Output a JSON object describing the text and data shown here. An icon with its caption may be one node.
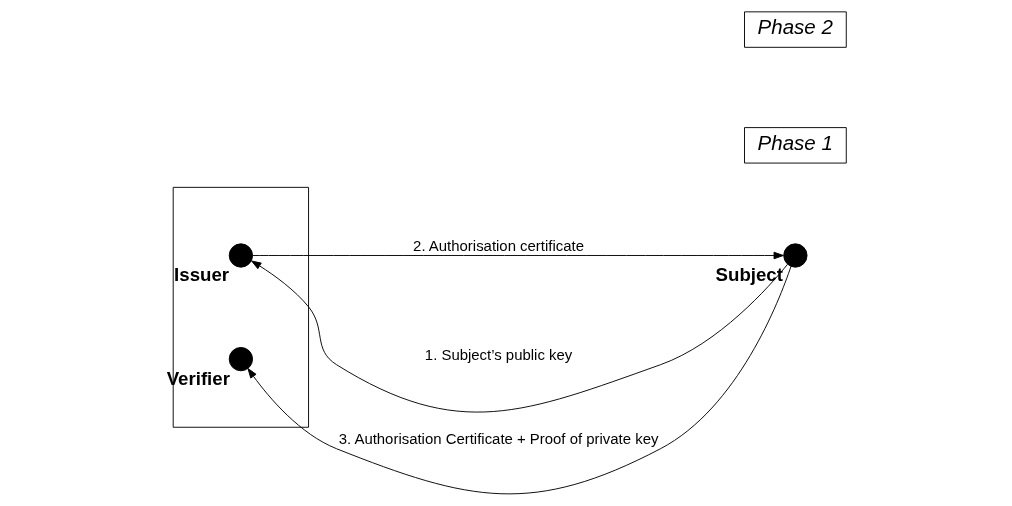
{
  "diagram": {
    "nodes": [
      {
        "text": [],
        "shape": "box"
      },
      {
        "text": [],
        "shape": "circle",
        "in": 0,
        "beside": [
          "Issuer"
        ]
      },
      {
        "text": [],
        "shape": "circle",
        "in": 0,
        "beside": [
          "Verifier"
        ]
      },
      {
        "text": [],
        "shape": "circle",
        "beside": [
          "Subject"
        ]
      },
      {
        "text": [
          "Phase 1"
        ]
      },
      {
        "text": [
          "Phase 2"
        ]
      }
    ],
    "edges": [
      {
        "from": 3,
        "to": 1,
        "arrow": "to",
        "label": "1. Subject’s public key"
      },
      {
        "from": 1,
        "to": 3,
        "arrow": "to",
        "label": "2. Authorisation certificate"
      },
      {
        "from": 3,
        "to": 2,
        "arrow": "to",
        "label": "3. Authorisation Certificate + Proof of private key"
      }
    ]
  }
}
